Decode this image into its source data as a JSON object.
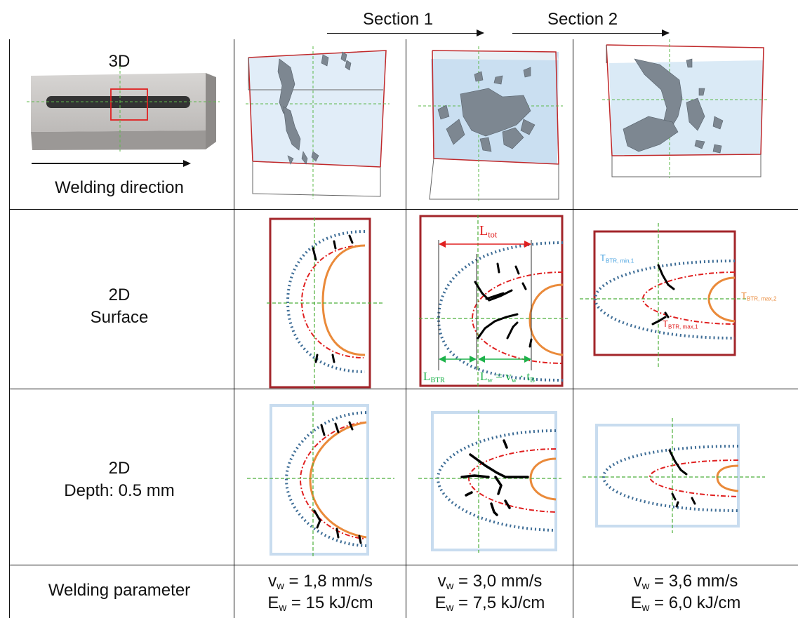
{
  "header": {
    "section1": "Section 1",
    "section2": "Section 2"
  },
  "rows": {
    "r1": {
      "label": "3D",
      "direction": "Welding direction"
    },
    "r2": {
      "label_line1": "2D",
      "label_line2": "Surface"
    },
    "r3": {
      "label_line1": "2D",
      "label_line2": "Depth: 0.5 mm"
    },
    "r4": {
      "label": "Welding parameter"
    }
  },
  "annotations": {
    "l_tot": "L",
    "l_tot_sub": "tot",
    "l_btr": "L",
    "l_btr_sub": "BTR",
    "l_w": "L",
    "l_w_sub": "w",
    "l_w_eq": " = v",
    "l_w_eq_sub": "w",
    "l_w_dot": " · t",
    "l_w_dot_sub": "B",
    "t_min": "T",
    "t_min_sub": "BTR, min,1",
    "t_max2": "T",
    "t_max2_sub": "BTR, max,2",
    "t_max1": "T",
    "t_max1_sub": "BTR, max,1"
  },
  "parameters": [
    {
      "v_sym": "v",
      "v_sub": "w",
      "v_val": " = 1,8 mm/s",
      "e_sym": "E",
      "e_sub": "w",
      "e_val": " = 15 kJ/cm"
    },
    {
      "v_sym": "v",
      "v_sub": "w",
      "v_val": " = 3,0 mm/s",
      "e_sym": "E",
      "e_sub": "w",
      "e_val": " = 7,5 kJ/cm"
    },
    {
      "v_sym": "v",
      "v_sub": "w",
      "v_val": " = 3,6 mm/s",
      "e_sym": "E",
      "e_sub": "w",
      "e_val": " = 6,0 kJ/cm"
    }
  ],
  "colors": {
    "border_red": "#c0292b",
    "dotted_blue": "#3e6d96",
    "dashdot_red": "#e02020",
    "solid_orange": "#ea8a3a",
    "guide_green": "#4caf3a",
    "depth_frame": "#c8dcef",
    "dim_red": "#e02020",
    "dim_green": "#1db24a",
    "tmin_blue": "#4aa3e0",
    "tmax_orange": "#ea8a3a"
  }
}
